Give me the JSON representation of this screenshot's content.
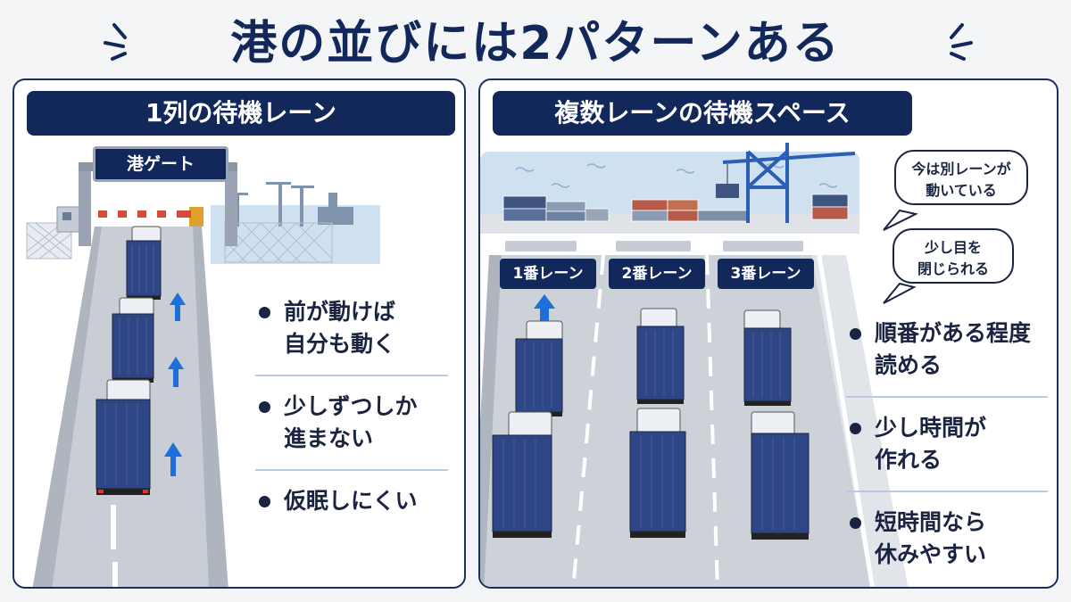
{
  "title": "港の並びには2パターンある",
  "left_panel": {
    "header": "1列の待機レーン",
    "gate_sign": "港ゲート",
    "bullets": [
      {
        "lines": [
          "前が動けば",
          "自分も動く"
        ]
      },
      {
        "lines": [
          "少しずつしか",
          "進まない"
        ]
      },
      {
        "lines": [
          "仮眠しにくい"
        ]
      }
    ]
  },
  "right_panel": {
    "header": "複数レーンの待機スペース",
    "lanes": [
      "1番レーン",
      "2番レーン",
      "3番レーン"
    ],
    "bubbles": [
      {
        "lines": [
          "今は別レーンが",
          "動いている"
        ]
      },
      {
        "lines": [
          "少し目を",
          "閉じられる"
        ]
      }
    ],
    "bullets": [
      {
        "lines": [
          "順番がある程度",
          "読める"
        ]
      },
      {
        "lines": [
          "少し時間が",
          "作れる"
        ]
      },
      {
        "lines": [
          "短時間なら",
          "休みやすい"
        ]
      }
    ]
  },
  "colors": {
    "navy": "#13285a",
    "arrow": "#1e6fd9",
    "container": "#2f4686",
    "water": "#cfe0f0"
  }
}
